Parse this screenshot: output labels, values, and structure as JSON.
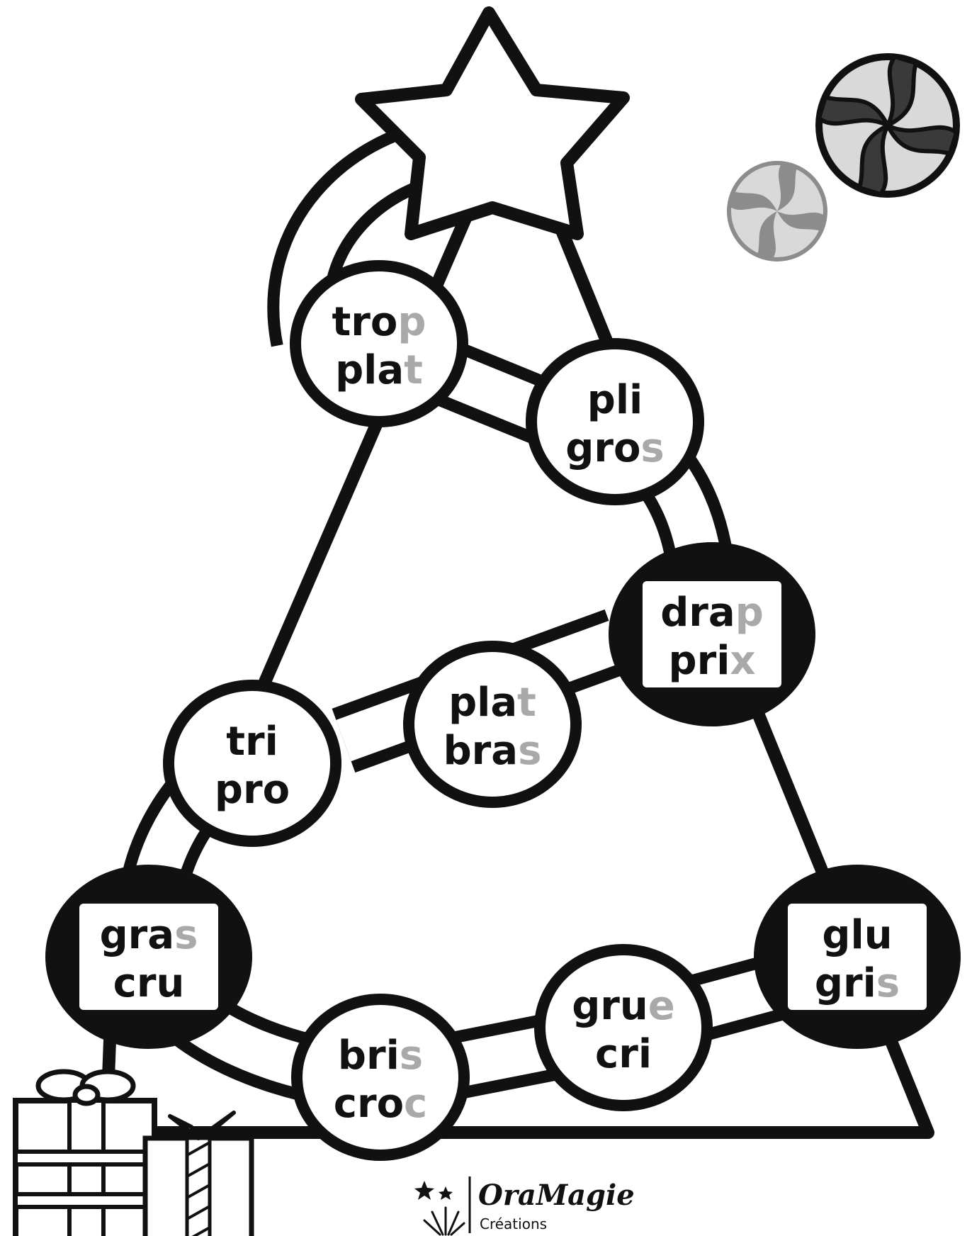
{
  "palette": {
    "ink": "#111111",
    "paper": "#ffffff",
    "silent_letter": "#a9a9a9",
    "candy_dark": "#3a3a3a",
    "candy_light": "#d9d9d9",
    "candy_mid": "#8c8c8c"
  },
  "icons": [
    "star-icon",
    "candy-icon",
    "gift-icon",
    "fireworks-icon"
  ],
  "spaces": [
    {
      "id": "1",
      "style": "white",
      "line1": {
        "base": "tro",
        "silent": "p"
      },
      "line2": {
        "base": "pla",
        "silent": "t"
      }
    },
    {
      "id": "2",
      "style": "white",
      "line1": {
        "base": "pli",
        "silent": ""
      },
      "line2": {
        "base": "gro",
        "silent": "s"
      }
    },
    {
      "id": "3",
      "style": "black",
      "line1": {
        "base": "dra",
        "silent": "p"
      },
      "line2": {
        "base": "pri",
        "silent": "x"
      }
    },
    {
      "id": "4",
      "style": "white",
      "line1": {
        "base": "pla",
        "silent": "t"
      },
      "line2": {
        "base": "bra",
        "silent": "s"
      }
    },
    {
      "id": "5",
      "style": "white",
      "line1": {
        "base": "tri",
        "silent": ""
      },
      "line2": {
        "base": "pro",
        "silent": ""
      }
    },
    {
      "id": "6",
      "style": "black",
      "line1": {
        "base": "gra",
        "silent": "s"
      },
      "line2": {
        "base": "cru",
        "silent": ""
      }
    },
    {
      "id": "7",
      "style": "white",
      "line1": {
        "base": "bri",
        "silent": "s"
      },
      "line2": {
        "base": "cro",
        "silent": "c"
      }
    },
    {
      "id": "8",
      "style": "white",
      "line1": {
        "base": "gru",
        "silent": "e"
      },
      "line2": {
        "base": "cri",
        "silent": ""
      }
    },
    {
      "id": "9",
      "style": "black",
      "line1": {
        "base": "glu",
        "silent": ""
      },
      "line2": {
        "base": "gri",
        "silent": "s"
      }
    }
  ],
  "brand": {
    "name": "OraMagie",
    "subtitle": "Créations"
  }
}
